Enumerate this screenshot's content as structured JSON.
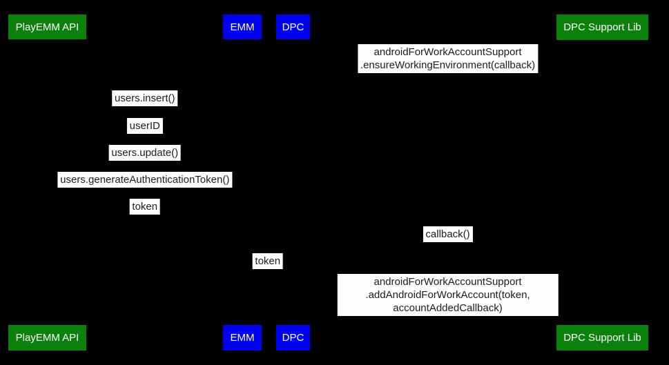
{
  "colors": {
    "background": "#000000",
    "actor_green": "#0a820a",
    "actor_blue": "#0000f0",
    "actor_text": "#ffffff",
    "message_bg": "#fdfdfd",
    "message_text": "#1d1d1d"
  },
  "actors": [
    {
      "label": "PlayEMM API",
      "color": "green"
    },
    {
      "label": "EMM",
      "color": "blue"
    },
    {
      "label": "DPC",
      "color": "blue"
    },
    {
      "label": "DPC Support Lib",
      "color": "green"
    }
  ],
  "messages": [
    {
      "label": "androidForWorkAccountSupport\n.ensureWorkingEnvironment(callback)"
    },
    {
      "label": "users.insert()"
    },
    {
      "label": "userID"
    },
    {
      "label": "users.update()"
    },
    {
      "label": "users.generateAuthenticationToken()"
    },
    {
      "label": "token"
    },
    {
      "label": "callback()"
    },
    {
      "label": "token"
    },
    {
      "label": "androidForWorkAccountSupport\n.addAndroidForWorkAccount(token, accountAddedCallback)"
    }
  ]
}
